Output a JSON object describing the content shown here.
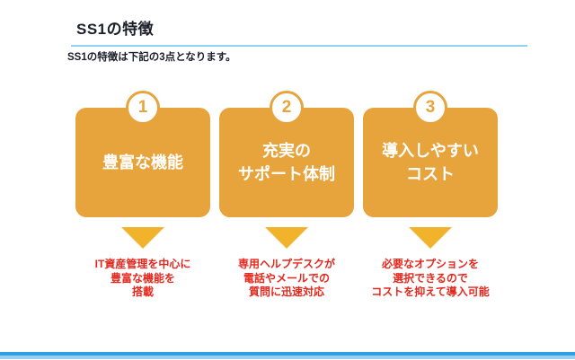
{
  "header": {
    "title": "SS1の特徴",
    "subtitle": "SS1の特徴は下記の3点となります。"
  },
  "features": [
    {
      "number": "1",
      "title": "豊富な機能",
      "description": "IT資産管理を中心に\n豊富な機能を\n搭載"
    },
    {
      "number": "2",
      "title": "充実の\nサポート体制",
      "description": "専用ヘルプデスクが\n電話やメールでの\n質問に迅速対応"
    },
    {
      "number": "3",
      "title": "導入しやすい\nコスト",
      "description": "必要なオプションを\n選択できるので\nコストを抑えて導入可能"
    }
  ],
  "colors": {
    "box_orange": "#E8A43C",
    "arrow_yellow": "#F1B32B",
    "text_red": "#E3281E",
    "heading_dark": "#1B1E2A",
    "underline_blue": "#90D2F4",
    "footer_blue_dark": "#339FE3",
    "footer_blue_light": "#96D0F2",
    "card_text": "#FFFFFF"
  }
}
